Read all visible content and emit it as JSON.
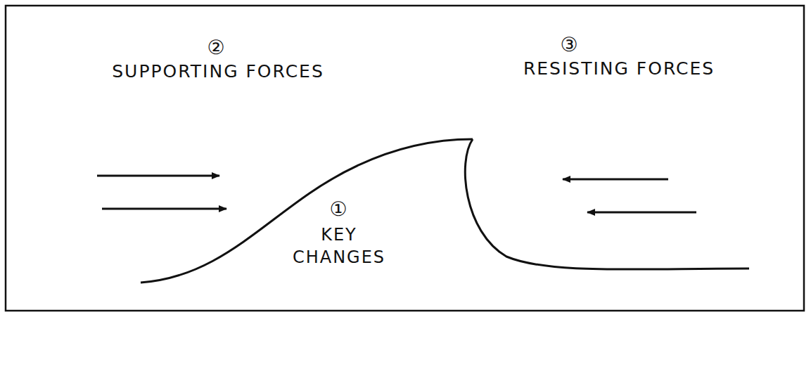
{
  "diagram": {
    "labels": [
      "②",
      "SUPPORTING FORCES",
      "③",
      "RESISTING FORCES",
      "①",
      "KEY CHANGES"
    ]
  }
}
